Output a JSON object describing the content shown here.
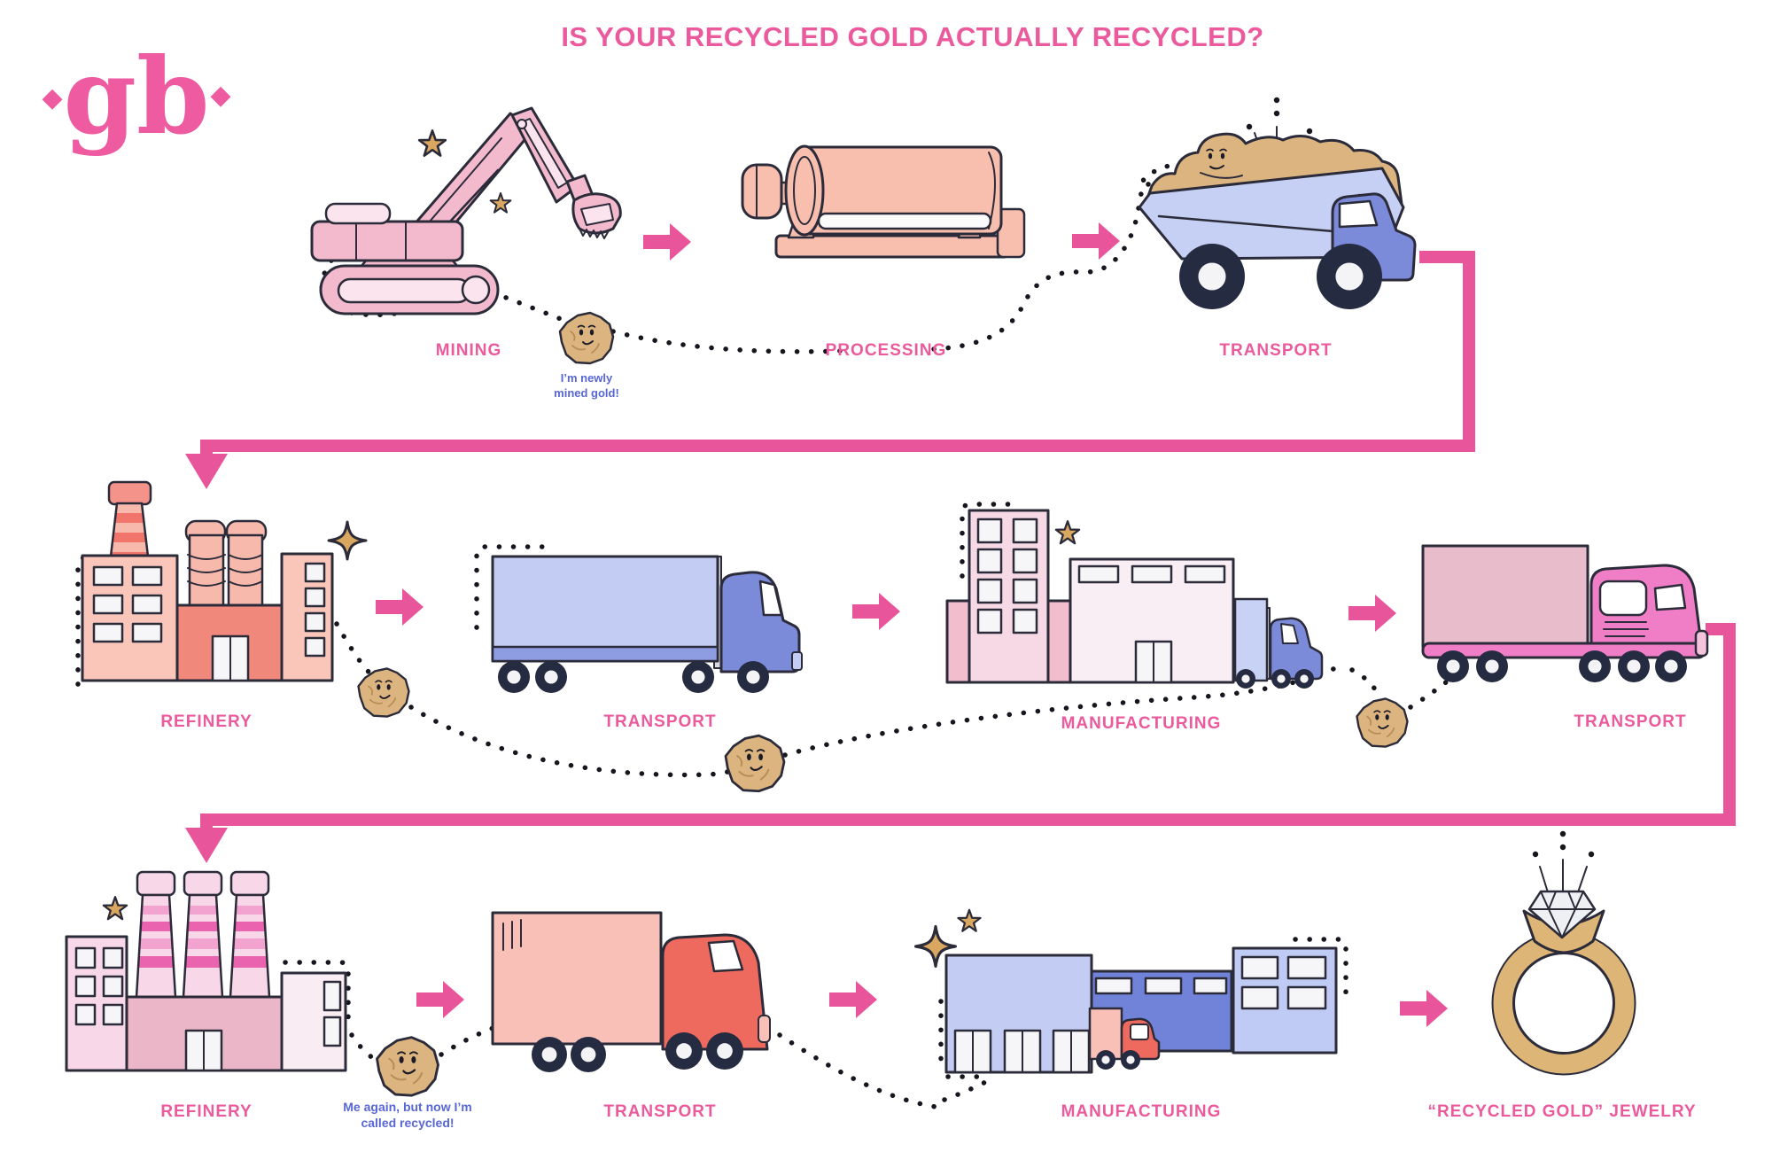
{
  "logo": {
    "text": "gb",
    "diamond": "◆"
  },
  "title": "IS YOUR RECYCLED GOLD ACTUALLY RECYCLED?",
  "flow": {
    "row1": [
      {
        "id": "mining",
        "label": "MINING"
      },
      {
        "id": "processing",
        "label": "PROCESSING"
      },
      {
        "id": "transport",
        "label": "TRANSPORT"
      }
    ],
    "row2": [
      {
        "id": "refinery",
        "label": "REFINERY"
      },
      {
        "id": "transport",
        "label": "TRANSPORT"
      },
      {
        "id": "manufacturing",
        "label": "MANUFACTURING"
      },
      {
        "id": "transport",
        "label": "TRANSPORT"
      }
    ],
    "row3": [
      {
        "id": "refinery",
        "label": "REFINERY"
      },
      {
        "id": "transport",
        "label": "TRANSPORT"
      },
      {
        "id": "manufacturing",
        "label": "MANUFACTURING"
      },
      {
        "id": "jewelry",
        "label": "“RECYCLED GOLD” JEWELRY"
      }
    ]
  },
  "speech": {
    "newly_mined": {
      "line1": "I’m newly",
      "line2": "mined gold!"
    },
    "recycled": {
      "line1": "Me again, but now I’m",
      "line2": "called recycled!"
    }
  },
  "colors": {
    "accent_pink": "#e9559b",
    "label_pink": "#ea5a9c",
    "speech_blue": "#5867d5",
    "gold": "#dcb47f",
    "outline": "#2b2b3a"
  }
}
